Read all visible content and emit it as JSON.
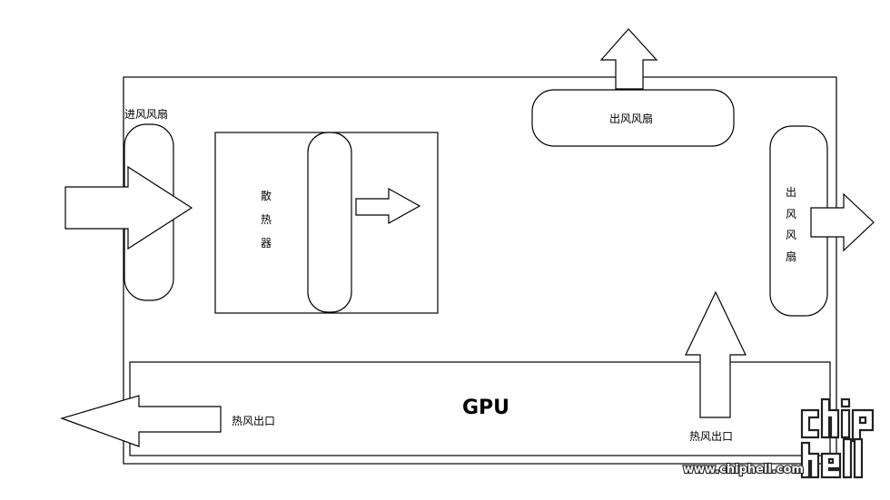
{
  "labels": {
    "intake_fan": "进风风扇",
    "heatsink_chars": [
      "散",
      "热",
      "器"
    ],
    "top_exhaust_fan": "出风风扇",
    "side_exhaust_fan_chars": [
      "出",
      "风",
      "风",
      "扇"
    ],
    "gpu": "GPU",
    "hot_air_outlet_left": "热风出口",
    "hot_air_outlet_right": "热风出口"
  },
  "watermark": {
    "url": "www.chiphell.com",
    "logo": "chip hell"
  },
  "colors": {
    "stroke": "#000000",
    "background": "#ffffff"
  }
}
